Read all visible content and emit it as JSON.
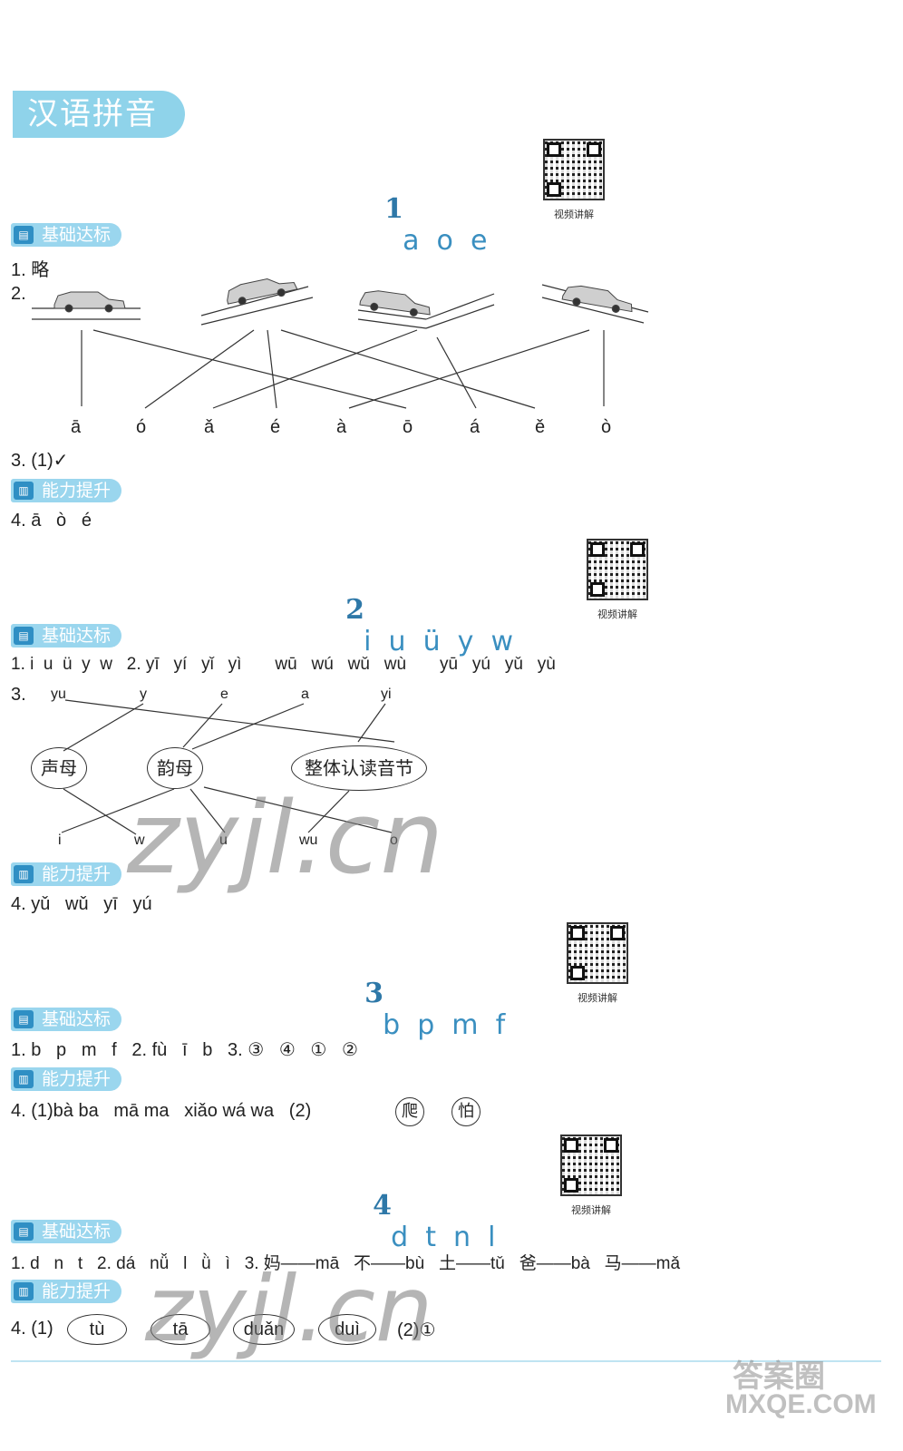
{
  "section_title": "汉语拼音",
  "qr_caption": "视频讲解",
  "tag_basic": "基础达标",
  "tag_advance": "能力提升",
  "lessons": [
    {
      "num": "1",
      "letters": "a  o  e"
    },
    {
      "num": "2",
      "letters": "i  u  ü  y  w"
    },
    {
      "num": "3",
      "letters": "b  p  m  f"
    },
    {
      "num": "4",
      "letters": "d  t  n  l"
    }
  ],
  "l1": {
    "q1": "1. 略",
    "q2_label": "2.",
    "tones": [
      "ā",
      "ó",
      "ǎ",
      "é",
      "à",
      "ō",
      "á",
      "ě",
      "ò"
    ],
    "q3": "3. (1)✓",
    "q4": "4. ā   ò   é"
  },
  "l2": {
    "q1": "1. i  u  ü  y  w   2. yī   yí   yǐ   yì       wū   wú   wǔ   wù       yū   yú   yǔ   yù",
    "q3_label": "3.",
    "top_items": [
      "yu",
      "y",
      "e",
      "a",
      "yi"
    ],
    "categories": [
      "声母",
      "韵母",
      "整体认读音节"
    ],
    "bottom_items": [
      "i",
      "w",
      "u",
      "wu",
      "o"
    ],
    "q4": "4. yǔ   wǔ   yī   yú"
  },
  "l3": {
    "q1": "1. b   p   m   f   2. fù   ī   b   3. ③   ④   ①   ②",
    "q4_prefix": "4. (1)bà ba   mā ma   xiǎo wá wa   (2)",
    "circled": [
      "爬",
      "怕"
    ]
  },
  "l4": {
    "q1": "1. d   n   t   2. dá   nǚ   l   ǜ   ì   3. 妈——mā   不——bù   土——tǔ   爸——bà   马——mǎ",
    "q4_prefix": "4. (1)",
    "ovals": [
      "tù",
      "tā",
      "duǎn",
      "duì"
    ],
    "q4_part2": "(2)①"
  },
  "watermark": "zyjl.cn",
  "corner_mark": [
    "答案圈",
    "MXQE.COM"
  ]
}
